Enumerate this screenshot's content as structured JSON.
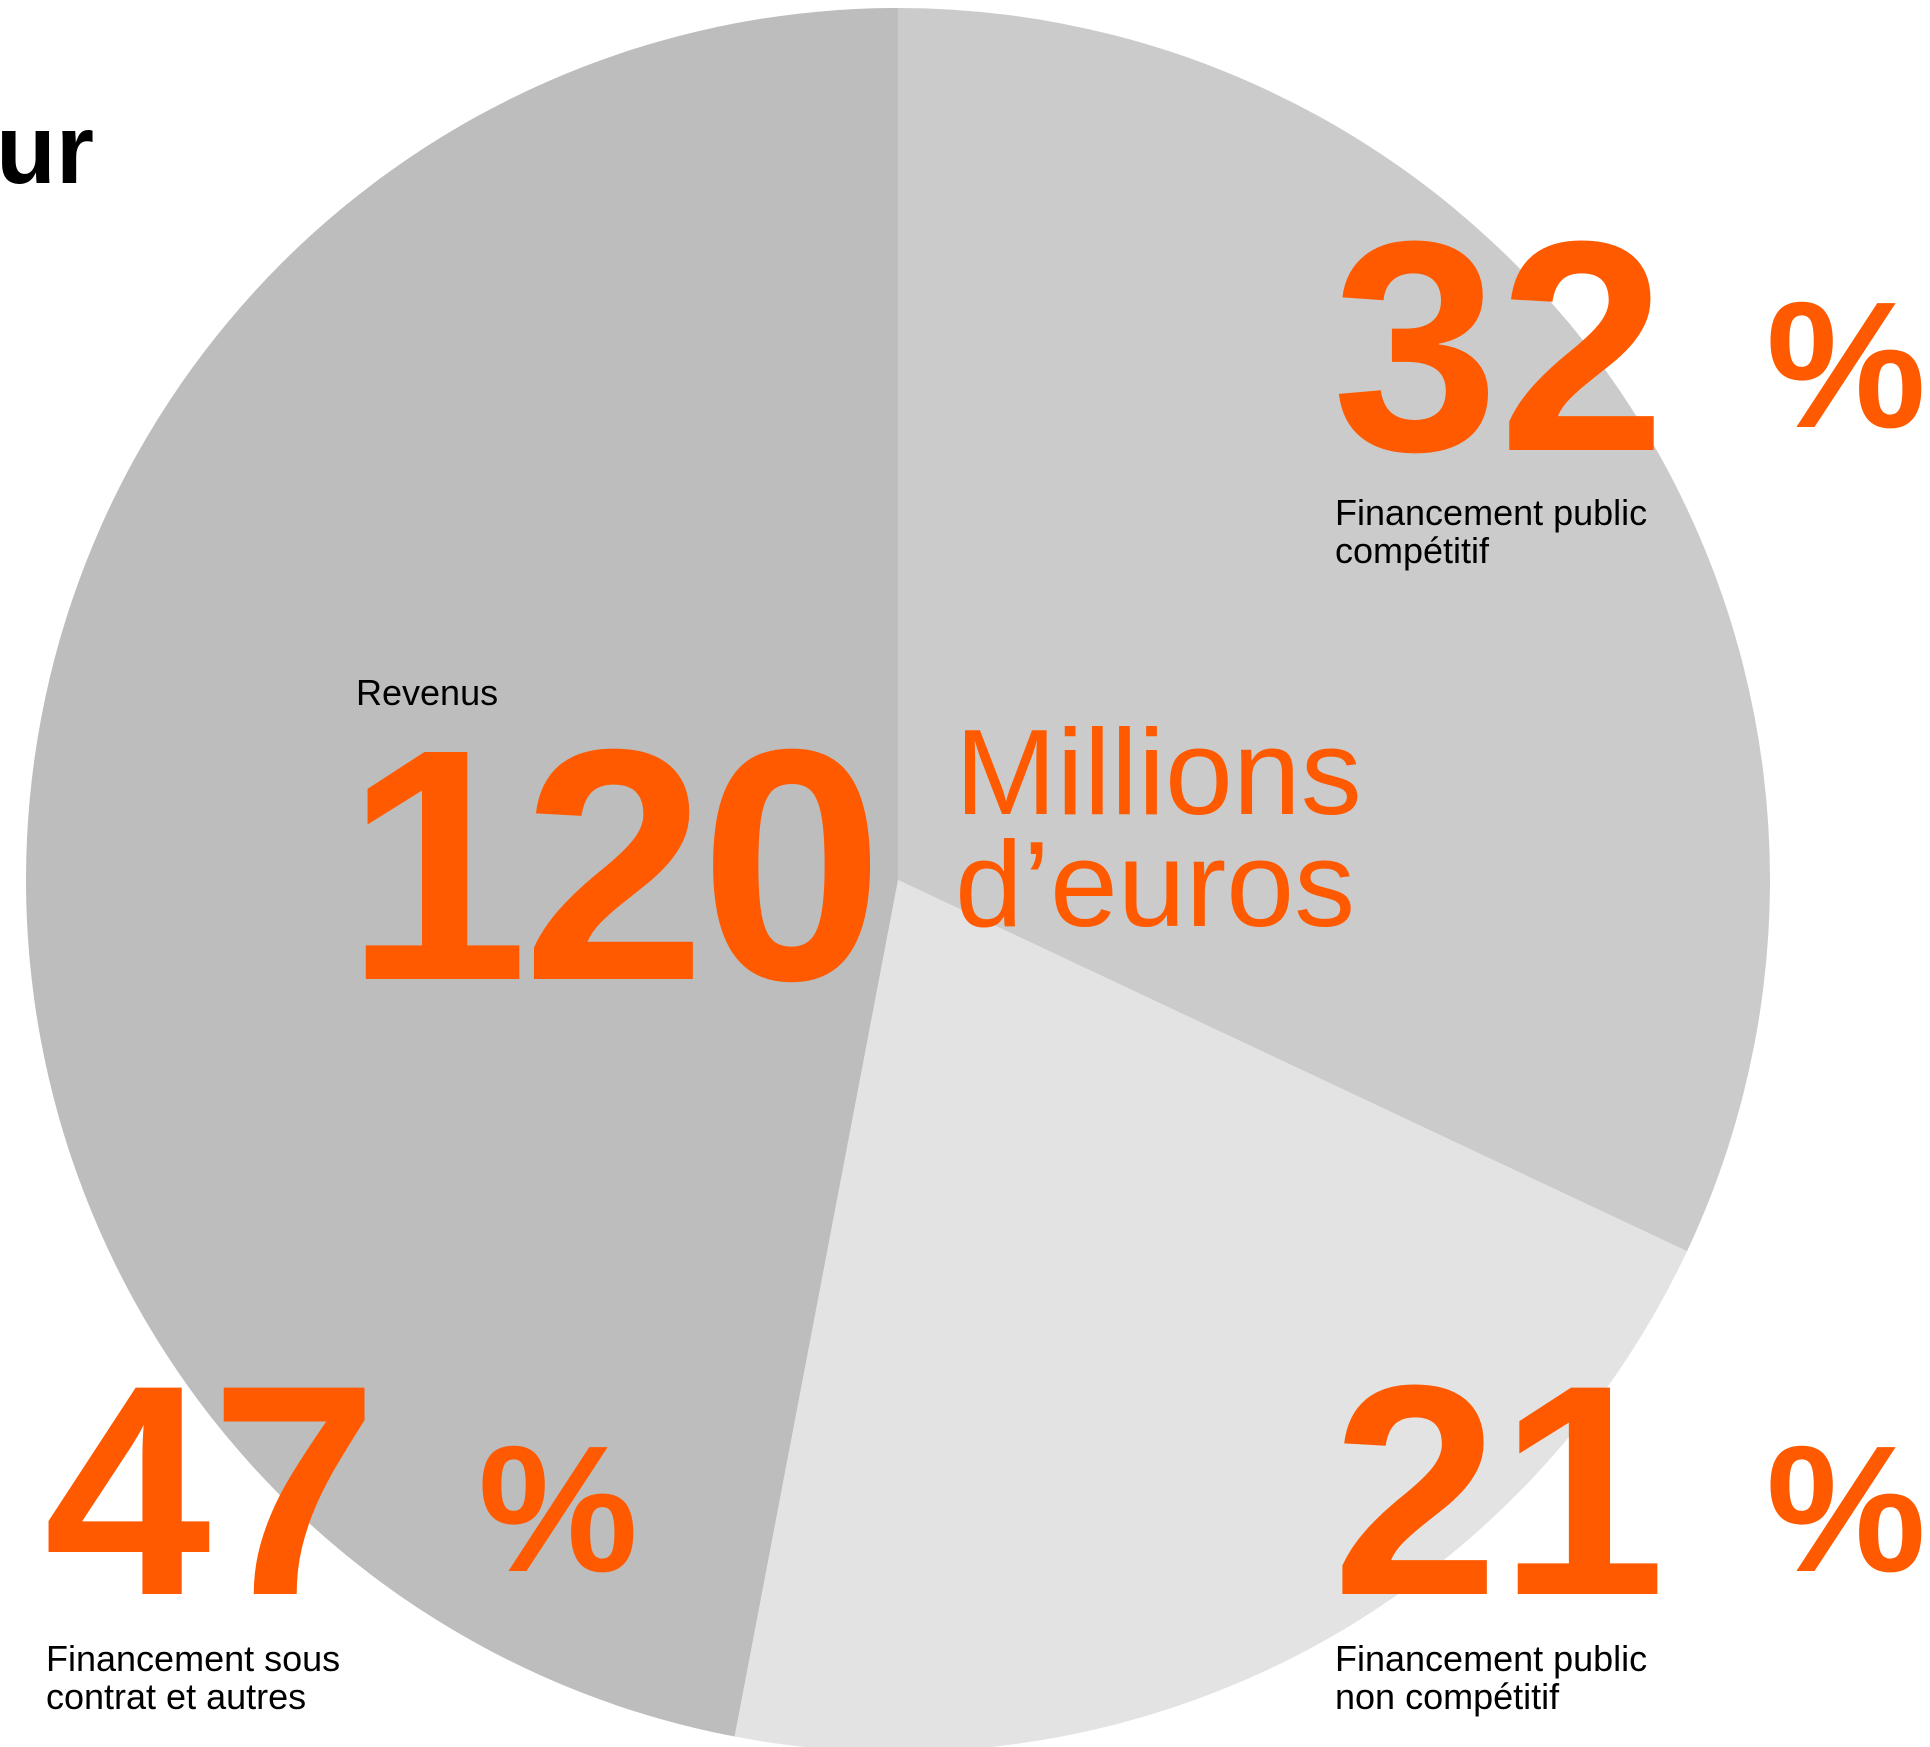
{
  "title_fragment": "ur",
  "colors": {
    "accent": "#ff5a00",
    "slice_contract": "#bdbdbd",
    "slice_competitive": "#cbcbcb",
    "slice_noncompetitive": "#e3e3e3",
    "text": "#000000"
  },
  "center": {
    "label": "Revenus",
    "value": "120",
    "unit": "Millions\nd’euros"
  },
  "labels": {
    "competitive": {
      "value": "32",
      "percent": "%",
      "caption": "Financement public\ncompétitif"
    },
    "noncompetitive": {
      "value": "21",
      "percent": "%",
      "caption": "Financement public\nnon compétitif"
    },
    "contract": {
      "value": "47",
      "percent": "%",
      "caption": "Financement sous\ncontrat et autres"
    }
  },
  "chart_data": {
    "type": "pie",
    "total": 120,
    "unit": "Millions d’euros",
    "slices": [
      {
        "name": "Financement public compétitif",
        "value": 32,
        "color": "#cbcbcb"
      },
      {
        "name": "Financement public non compétitif",
        "value": 21,
        "color": "#e3e3e3"
      },
      {
        "name": "Financement sous contrat et autres",
        "value": 47,
        "color": "#bdbdbd"
      }
    ],
    "start": "12 o'clock",
    "direction": "clockwise"
  }
}
